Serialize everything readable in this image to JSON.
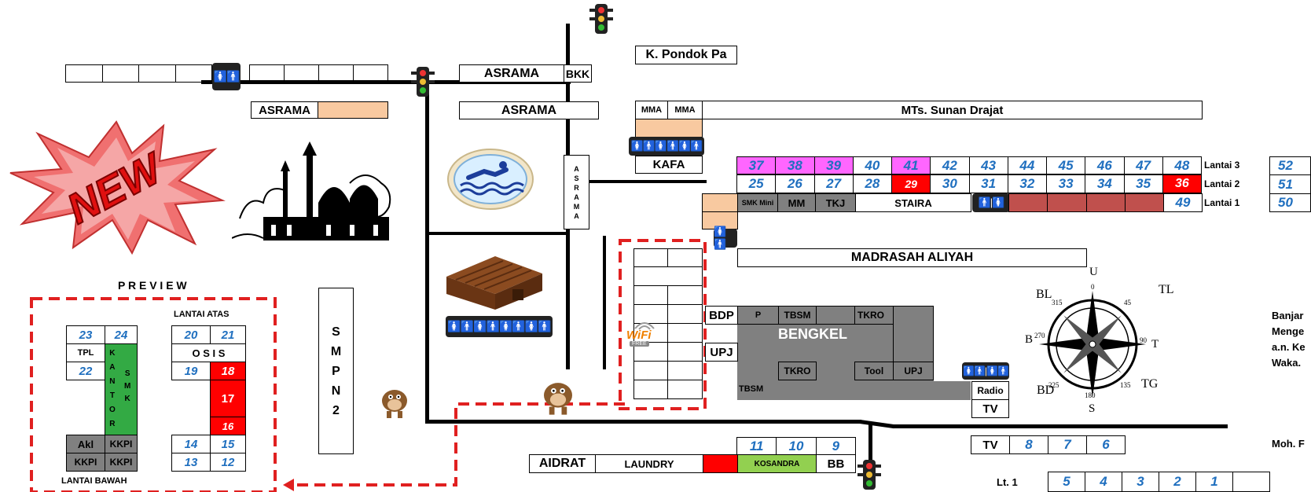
{
  "labels": {
    "asrama_top": "ASRAMA",
    "bkk": "BKK",
    "asrama_left": "ASRAMA",
    "asrama_mid": "ASRAMA",
    "asrama_vertical": [
      "A",
      "S",
      "R",
      "A",
      "M",
      "A"
    ],
    "k_pondok": "K. Pondok Pa",
    "mma1": "MMA",
    "mma2": "MMA",
    "mts": "MTs. Sunan Drajat",
    "kafa": "KAFA",
    "smk_mini": "SMK Mini",
    "mm": "MM",
    "tkj": "TKJ",
    "staira": "STAIRA",
    "madrasah_aliyah": "MADRASAH ALIYAH",
    "lantai3": "Lantai 3",
    "lantai2": "Lantai 2",
    "lantai1": "Lantai 1",
    "bdp": "BDP",
    "upj_left": "UPJ",
    "p": "P",
    "tbsm_top": "TBSM",
    "tkro_top": "TKRO",
    "bengkel": "BENGKEL",
    "tkro_bottom": "TKRO",
    "tool": "Tool",
    "upj_right": "UPJ",
    "tbsm_bottom": "TBSM",
    "radio": "Radio",
    "tv_box": "TV",
    "tv_row": "TV",
    "aidrat": "AIDRAT",
    "laundry": "LAUNDRY",
    "kosandra": "KOSANDRA",
    "bb": "BB",
    "lt1": "Lt. 1",
    "smpn": [
      "S",
      "M",
      "P",
      "N",
      "",
      "2"
    ],
    "preview": "P R E V I E W",
    "lantai_atas": "LANTAI ATAS",
    "lantai_bawah": "LANTAI BAWAH",
    "tpl": "TPL",
    "osis": "O S I S",
    "kantor": [
      "K",
      "A",
      "N",
      "T",
      "O",
      "R"
    ],
    "smk": [
      "S",
      "M",
      "K"
    ],
    "akl": "Akl",
    "kkpi1": "KKPI",
    "kkpi2": "KKPI",
    "kkpi3": "KKPI",
    "new": "NEW",
    "wifi": "WiFi",
    "free": "FREE",
    "compass": {
      "u": "U",
      "tl": "TL",
      "t": "T",
      "tg": "TG",
      "s": "S",
      "bd": "BD",
      "b": "B",
      "bl": "BL",
      "d0": "0",
      "d45": "45",
      "d90": "90",
      "d135": "135",
      "d180": "180",
      "d225": "225",
      "d270": "270",
      "d315": "315"
    }
  },
  "rooms": {
    "lantai3": [
      "37",
      "38",
      "39",
      "40",
      "41",
      "42",
      "43",
      "44",
      "45",
      "46",
      "47",
      "48"
    ],
    "lantai2": [
      "25",
      "26",
      "27",
      "28",
      "29",
      "30",
      "31",
      "32",
      "33",
      "34",
      "35",
      "36"
    ],
    "lantai1_right": "49",
    "side": [
      "52",
      "51",
      "50"
    ],
    "row_bottom": [
      "11",
      "10",
      "9"
    ],
    "tv_row": [
      "8",
      "7",
      "6"
    ],
    "lt1": [
      "5",
      "4",
      "3",
      "2",
      "1"
    ],
    "preview_left": [
      "23",
      "24",
      "22"
    ],
    "preview_right": [
      "20",
      "21",
      "19",
      "18",
      "17",
      "16",
      "14",
      "15",
      "13",
      "12"
    ]
  },
  "notes": [
    "Banjar",
    "Menge",
    "a.n. Ke",
    "Waka.",
    "Moh. F"
  ],
  "colors": {
    "magenta": "#ff66ff",
    "red": "#ff0000",
    "peach": "#f8c9a0",
    "green": "#33aa44",
    "grey": "#808080",
    "rosy": "#c0504d",
    "lime": "#92d050",
    "blue": "#1f6fbf"
  }
}
